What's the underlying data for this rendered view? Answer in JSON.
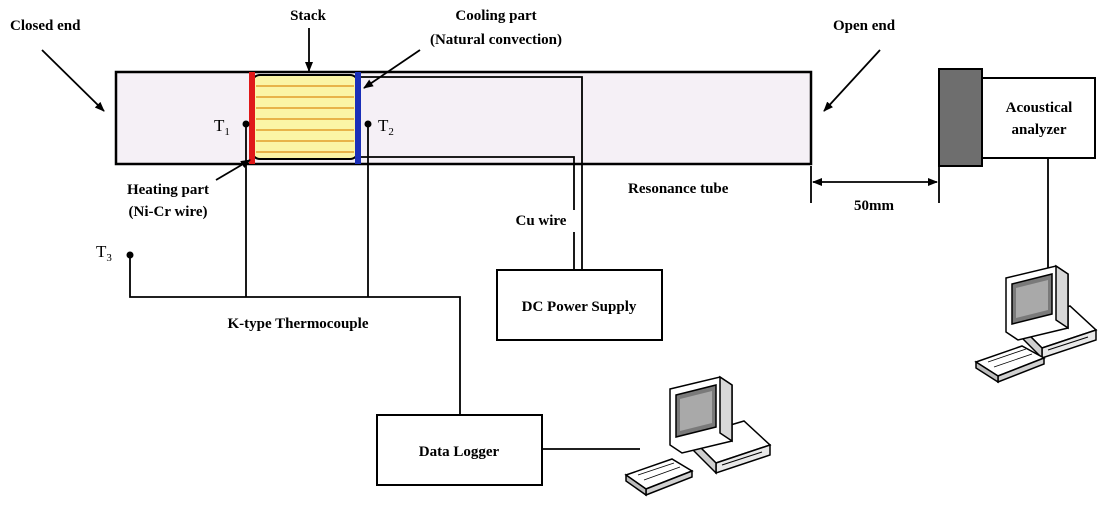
{
  "labels": {
    "closed_end": "Closed end",
    "stack": "Stack",
    "cooling_part_1": "Cooling part",
    "cooling_part_2": "(Natural convection)",
    "open_end": "Open end",
    "heating_part_1": "Heating part",
    "heating_part_2": "(Ni-Cr wire)",
    "resonance_tube": "Resonance tube",
    "distance": "50mm",
    "cu_wire": "Cu wire",
    "thermocouple": "K-type Thermocouple",
    "dc_power_supply": "DC Power Supply",
    "data_logger": "Data Logger",
    "acoustical_1": "Acoustical",
    "acoustical_2": "analyzer"
  },
  "sensors": [
    {
      "letter": "T",
      "sub": "1"
    },
    {
      "letter": "T",
      "sub": "2"
    },
    {
      "letter": "T",
      "sub": "3"
    }
  ],
  "colors": {
    "tube_fill": "#f5f0f6",
    "stack_fill": "#fbf5a6",
    "stack_lines": "#e8b44a",
    "heater": "#e01818",
    "cooler": "#1a2fb8",
    "analyzer_block": "#6e6e6e"
  }
}
